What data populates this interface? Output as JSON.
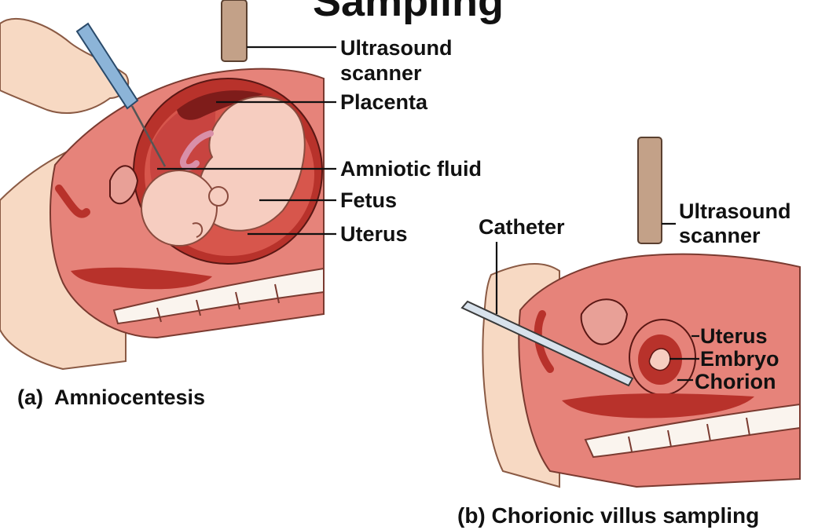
{
  "title": "Sampling",
  "panel_a": {
    "caption": "(a)  Amniocentesis",
    "labels": {
      "scanner_line1": "Ultrasound",
      "scanner_line2": "scanner",
      "placenta": "Placenta",
      "amniotic_fluid": "Amniotic fluid",
      "fetus": "Fetus",
      "uterus": "Uterus"
    }
  },
  "panel_b": {
    "caption": "(b) Chorionic villus sampling",
    "labels": {
      "catheter": "Catheter",
      "scanner_line1": "Ultrasound",
      "scanner_line2": "scanner",
      "uterus": "Uterus",
      "embryo": "Embryo",
      "chorion": "Chorion"
    }
  },
  "colors": {
    "skin": "#f7d9c3",
    "body_pink": "#e6837a",
    "uterus_dark": "#b8322b",
    "cavity": "#d7564c",
    "fluid": "#c84440",
    "placenta": "#7e1c1a",
    "probe": "#c3a188",
    "spine_white": "#faf4ee",
    "catheter": "#d8e2ec",
    "syringe": "#8cb4d8"
  }
}
